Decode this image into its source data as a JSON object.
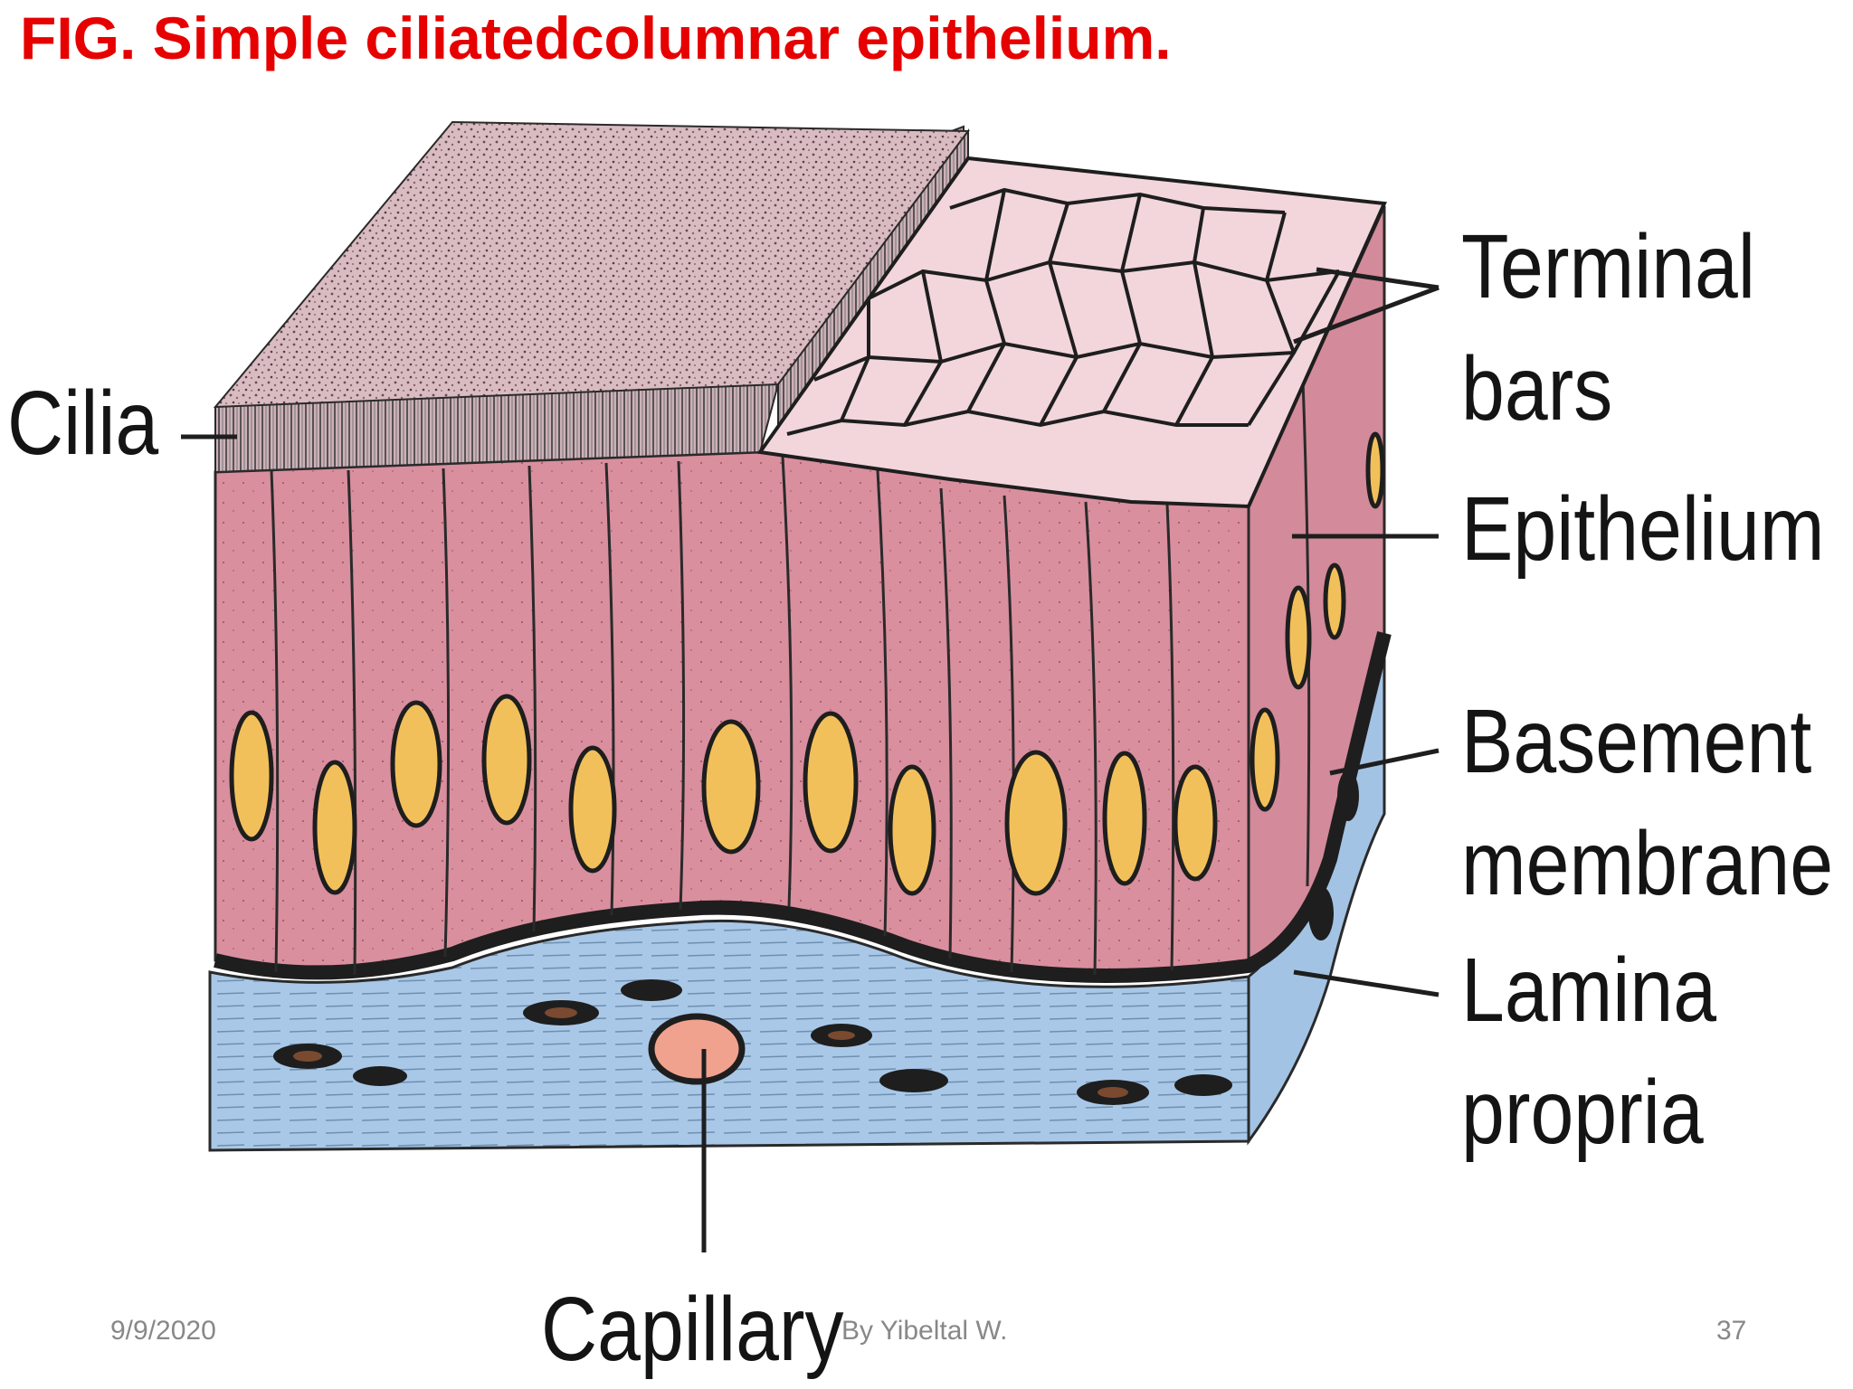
{
  "slide": {
    "title": "FIG. Simple ciliatedcolumnar epithelium.",
    "title_color": "#e60000",
    "footer": {
      "date": "9/9/2020",
      "author": "By Yibeltal W.",
      "page_number": "37"
    }
  },
  "diagram": {
    "labels": {
      "cilia": "Cilia",
      "terminal_line1": "Terminal",
      "terminal_line2": "bars",
      "epithelium": "Epithelium",
      "basement_line1": "Basement",
      "basement_line2": "membrane",
      "lamina_line1": "Lamina",
      "lamina_line2": "propria",
      "capillary": "Capillary"
    },
    "colors": {
      "epithelium": "#d98f9e",
      "surface": "#f2d6dc",
      "cilia_top": "#c9a9b0",
      "lamina_propria": "#a9c8e8",
      "basement_membrane": "#1e1e1e",
      "nucleus": "#f2c05a",
      "capillary": "#f0a28e"
    }
  }
}
